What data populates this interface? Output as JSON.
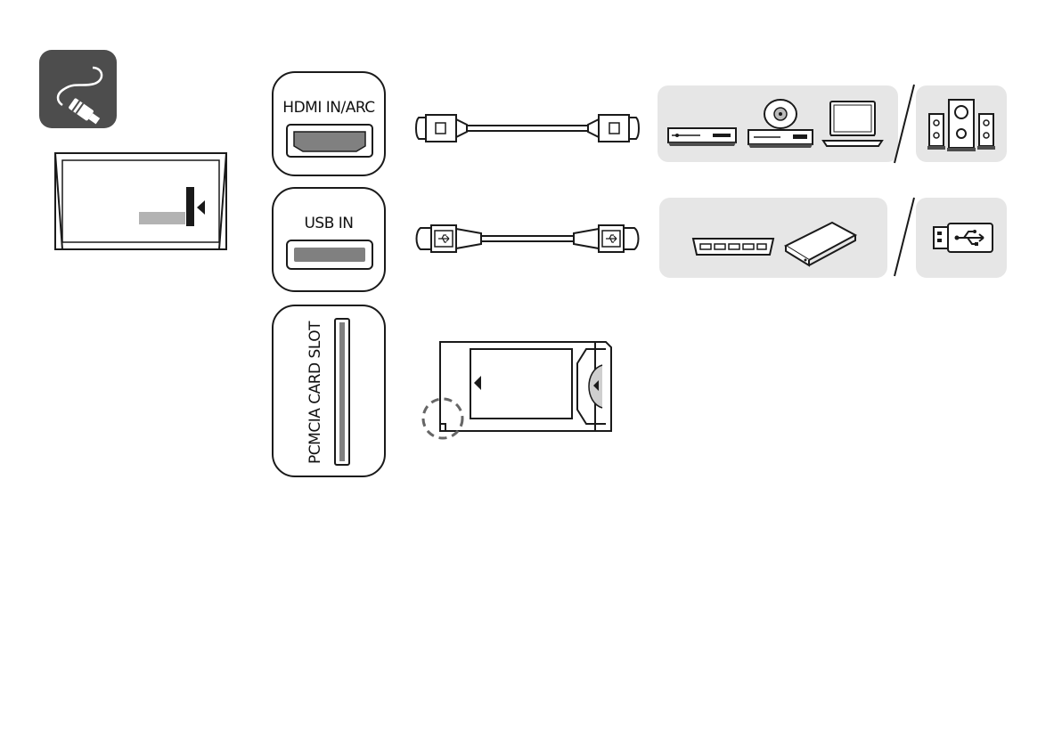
{
  "icon": {
    "name": "cable-connection-icon",
    "bg": "#4d4d4d"
  },
  "ports": [
    {
      "label": "HDMI IN/ARC",
      "icon": "hdmi-port-icon"
    },
    {
      "label": "USB IN",
      "icon": "usb-port-icon"
    },
    {
      "label": "PCMCIA CARD SLOT",
      "icon": "pcmcia-slot-icon"
    }
  ],
  "cables": [
    "hdmi-cable-icon",
    "usb-cable-icon"
  ],
  "devices": {
    "hdmi": [
      "blu-ray-player-icon",
      "dvd-player-icon",
      "laptop-icon"
    ],
    "hdmi_alt": [
      "speakers-icon"
    ],
    "usb": [
      "hub-icon",
      "external-hdd-icon"
    ],
    "usb_alt": [
      "usb-stick-icon"
    ]
  },
  "colors": {
    "panel": "#e6e6e6",
    "line": "#1a1a1a",
    "accent": "#4d4d4d"
  }
}
